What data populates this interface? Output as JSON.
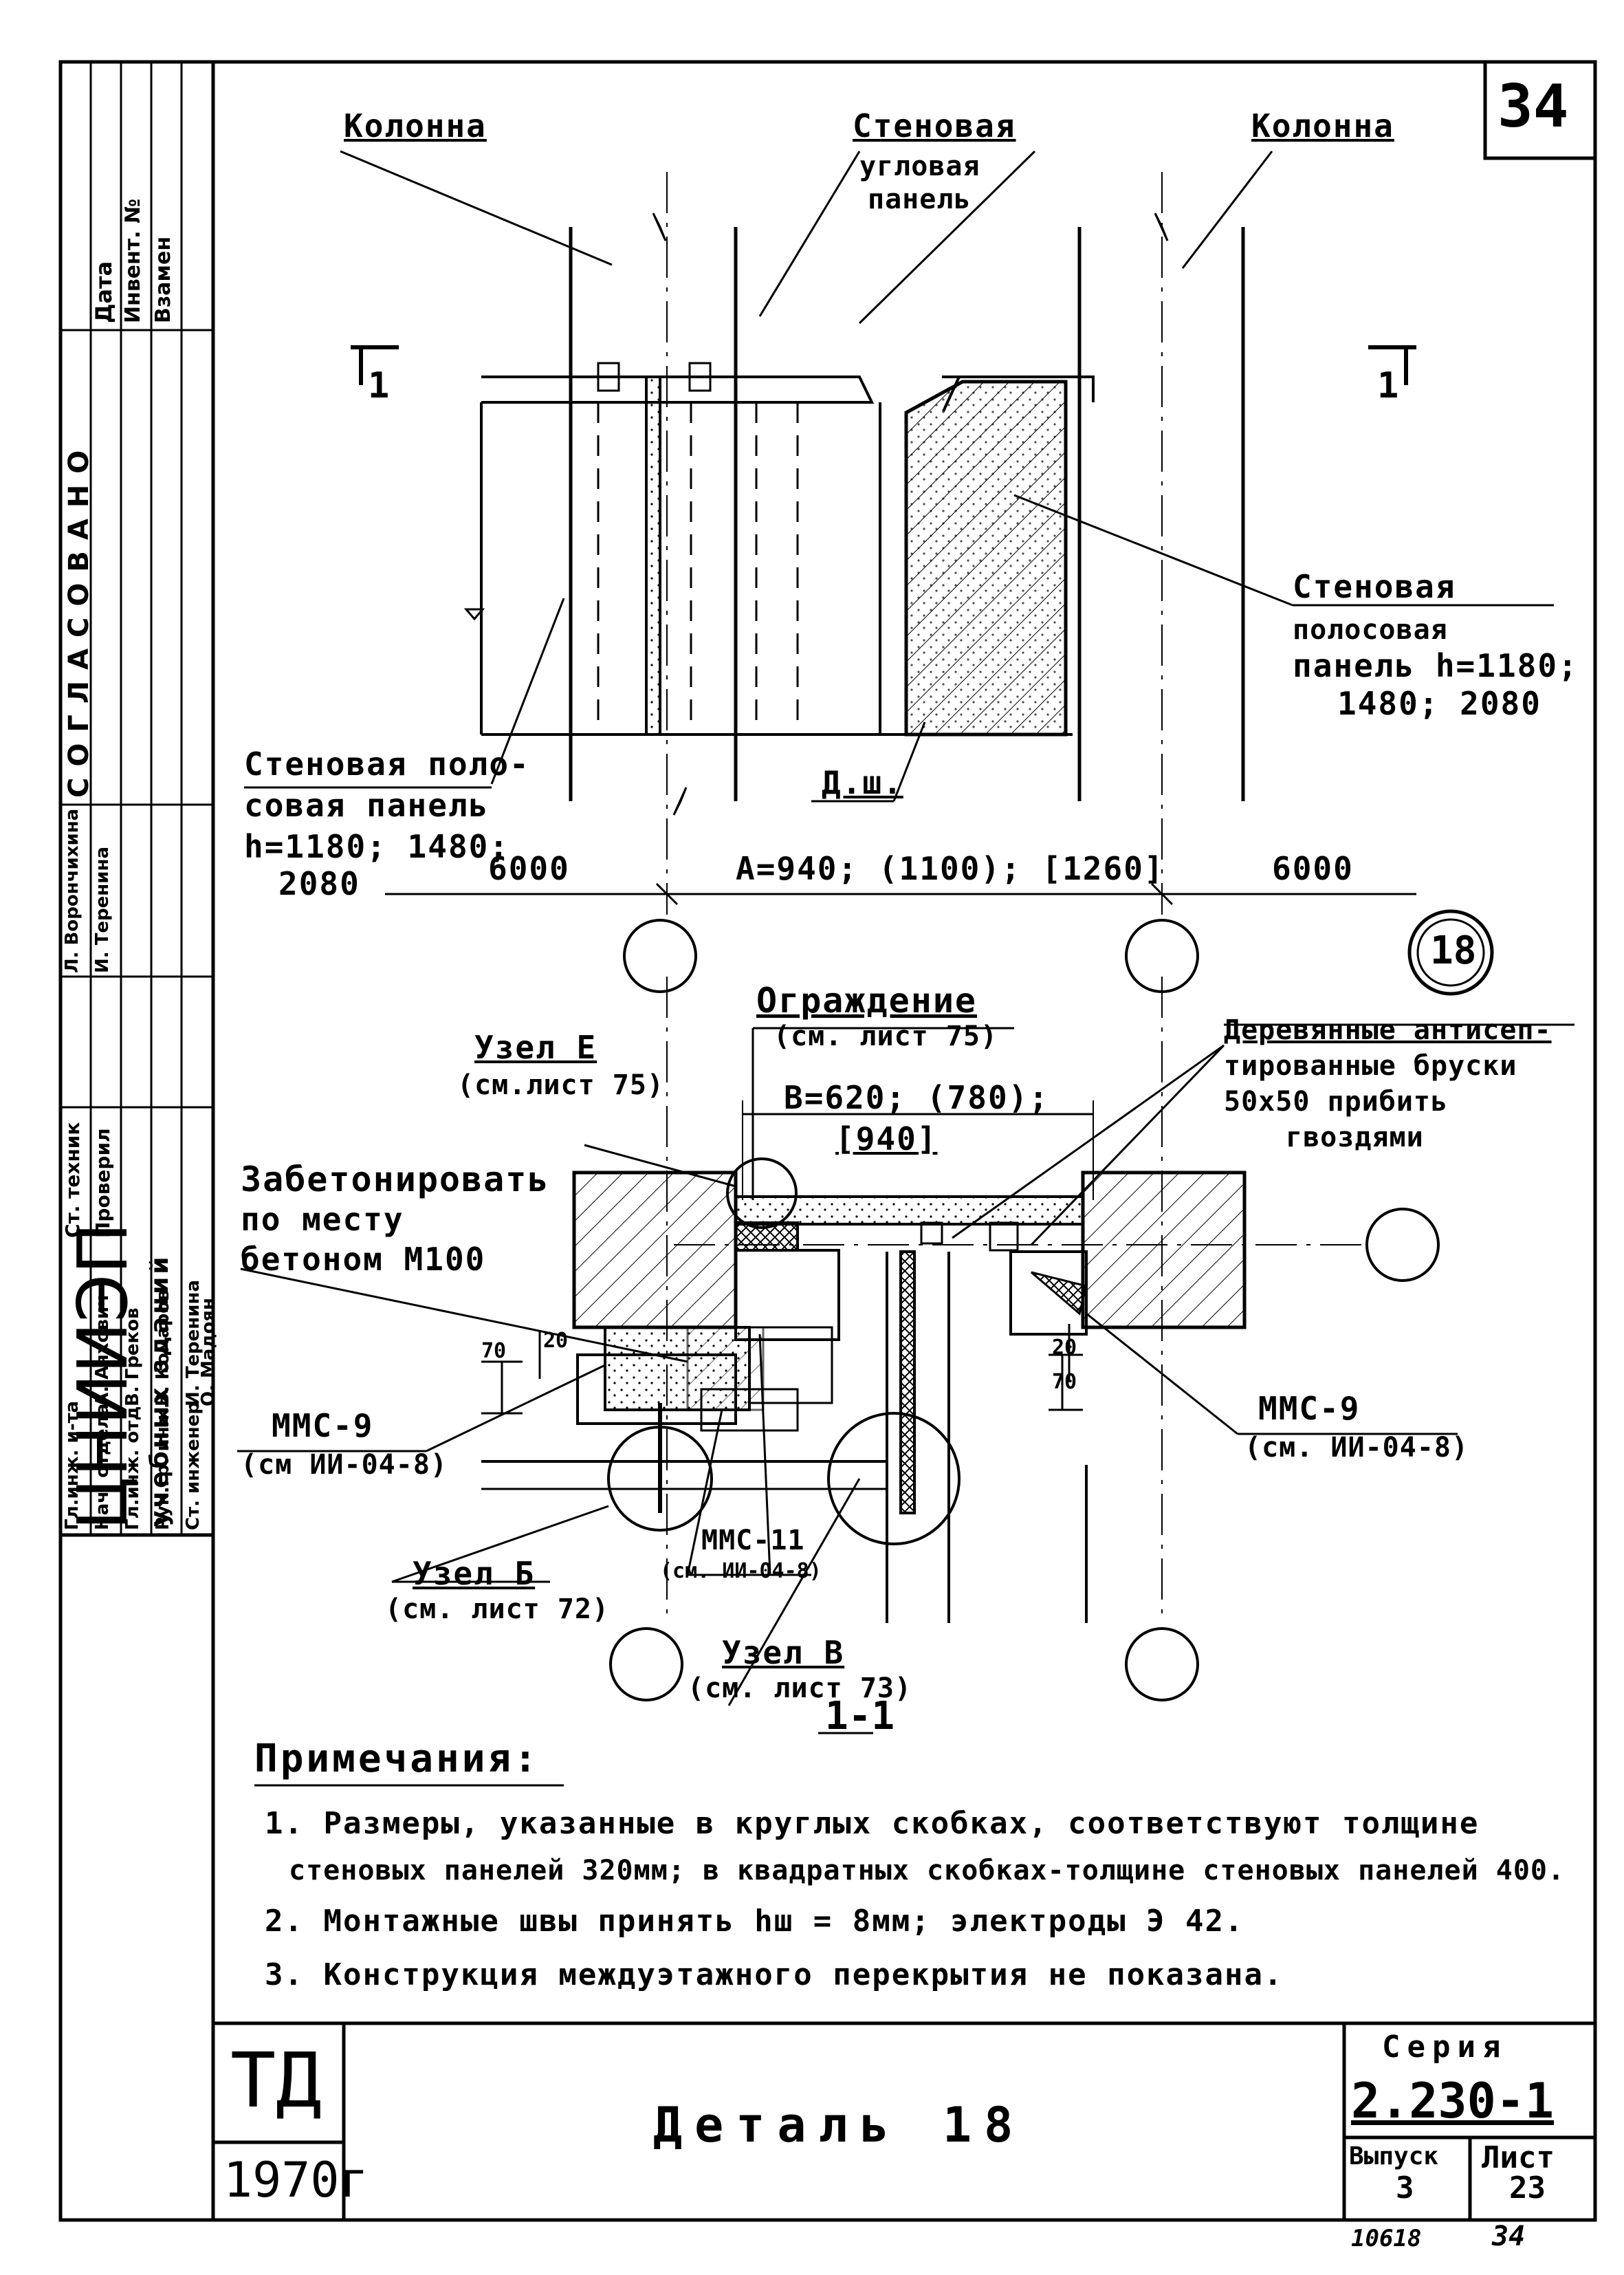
{
  "sheet_number_top": "34",
  "plan": {
    "label_column_left": "Колонна",
    "label_column_right": "Колонна",
    "label_corner_panel": [
      "Стеновая",
      "угловая",
      "панель"
    ],
    "label_strip_panel_right": [
      "Стеновая",
      "полосовая",
      "панель h=1180;",
      "1480; 2080"
    ],
    "label_strip_panel_left": [
      "Стеновая поло-",
      "совая панель",
      "h=1180; 1480;",
      "2080"
    ],
    "label_seam": "Д.ш.",
    "section_mark_left": "1",
    "section_mark_right": "1",
    "dim_left": "6000",
    "dim_center": "А=940; (1100); [1260]",
    "dim_right": "6000",
    "detail_number": "18"
  },
  "section": {
    "label_fence": [
      "Ограждение",
      "(см. лист 75)"
    ],
    "label_node_e": [
      "Узел Е",
      "(см.лист 75)"
    ],
    "label_bars": [
      "Деревянные антисеп-",
      "тированные бруски",
      "50х50 прибить",
      "гвоздями"
    ],
    "dim_b": [
      "В=620; (780);",
      "[940]"
    ],
    "label_concrete": [
      "Забетонировать",
      "по месту",
      "бетоном М100"
    ],
    "dim_70_left": "70",
    "dim_20_left": "20",
    "dim_20_right": "20",
    "dim_70_right": "70",
    "label_mms9_left": [
      "ММС-9",
      "(см ИИ-04-8)"
    ],
    "label_mms9_right": [
      "ММС-9",
      "(см. ИИ-04-8)"
    ],
    "label_mms11": [
      "ММС-11",
      "(см. ИИ-04-8)"
    ],
    "label_node_b": [
      "Узел Б",
      "(см. лист 72)"
    ],
    "label_node_v": [
      "Узел В",
      "(см. лист 73)"
    ],
    "section_title": "1-1"
  },
  "notes": {
    "heading": "Примечания:",
    "items": [
      "1. Размеры, указанные в круглых скобках, соответствуют толщине",
      "стеновых панелей 320мм; в квадратных скобках-толщине стеновых панелей 400.",
      "2. Монтажные швы принять hш = 8мм; электроды Э 42.",
      "3. Конструкция междуэтажного перекрытия не показана."
    ]
  },
  "title_block": {
    "td": "ТД",
    "year": "1970г",
    "title": "Деталь 18",
    "series_label": "Серия",
    "series_value": "2.230-1",
    "issue_label": "Выпуск",
    "issue_value": "3",
    "sheet_label": "Лист",
    "sheet_value": "23",
    "bottom_left_number": "10618",
    "bottom_right_number": "34"
  },
  "side_stamp": {
    "org": "ЦНИИЭП",
    "org_sub": "учебных зданий",
    "approved": "СОГЛАСОВАНО",
    "col_date": "Дата",
    "col_inv": "Инвент. №",
    "col_replace": "Взамен",
    "roles": [
      "Гл.инж. и-та",
      "Нач. отдела",
      "Гл.инж. отд.",
      "Рук.гр. инж.",
      "Ст. инженер"
    ],
    "names": [
      "А. Аяхович",
      "В. Греков",
      "В. Комаров",
      "И. Теренина",
      "О. Мадоян"
    ],
    "roles2": [
      "Ст. техник",
      "Проверил"
    ],
    "names2": [
      "Л. Ворончихина",
      "И. Теренина"
    ]
  }
}
